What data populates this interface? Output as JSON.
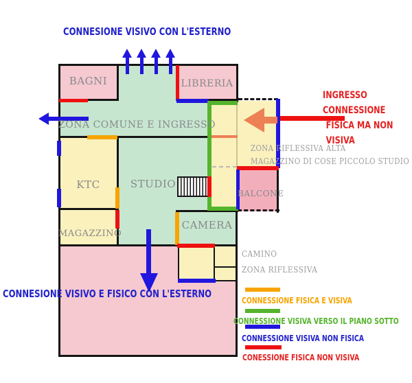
{
  "annotations": {
    "top": "CONNESIONE VISIVO CON L'ESTERNO",
    "bottom": "CONNESIONE VISIVO E FISICO CON L'ESTERNO",
    "ingresso": [
      "INGRESSO",
      "CONNESSIONE",
      "FISICA MA NON",
      "VISIVA"
    ],
    "zona_riflessiva_alta": "ZONA RIFLESSIVA ALTA",
    "magazzino_note": "MAGAZZINO DI COSE PICCOLO STUDIO",
    "camino": "CAMINO",
    "zona_riflessiva": "ZONA RIFLESSIVA"
  },
  "rooms": {
    "bagni": "BAGNI",
    "libreria": "LIBRERIA",
    "zona_comune": "ZONA COMUNE E INGRESSO",
    "ktc": "KTC",
    "studio": "STUDIO",
    "magazzino": "MAGAZZINO",
    "camera": "CAMERA",
    "balcone": "BALCONE"
  },
  "legend": {
    "items": [
      {
        "label": "CONNESSIONE FISICA E VISIVA",
        "color": "#f7a400"
      },
      {
        "label": "CONNESSIONE VISIVA VERSO IL PIANO SOTTO",
        "color": "#55b42c"
      },
      {
        "label": "CONNESSIONE VISIVA NON FISICA",
        "color": "#2016dd"
      },
      {
        "label": "CONESSIONE FISICA NON VISIVA",
        "color": "#ee1111"
      }
    ]
  },
  "colors": {
    "room_pink": "#f6c8d0",
    "balcone_pink": "#f3aebc",
    "room_green": "#c7e6cf",
    "room_yellow": "#faf1bd",
    "wall_black": "#141414",
    "connection_orange": "#f7a400",
    "connection_green": "#55b42c",
    "connection_blue": "#2016dd",
    "connection_red": "#ee1111",
    "ingresso_arrow_salmon": "#ee8055",
    "room_label_gray": "#86898b",
    "note_gray": "#9c9c9c",
    "annotation_blue": "#2222cc",
    "annotation_red": "#e52222"
  }
}
